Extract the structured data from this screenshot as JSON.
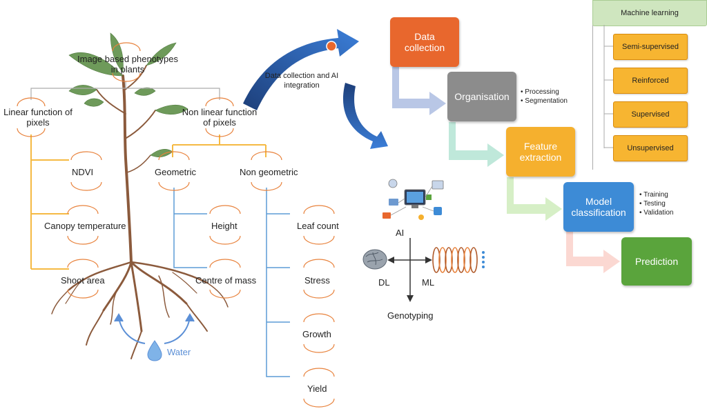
{
  "left_tree": {
    "root": "Image based phenotypes in plants",
    "branches": [
      {
        "label": "Linear function of pixels",
        "leaves": [
          "NDVI",
          "Canopy temperature",
          "Shoot area"
        ]
      },
      {
        "label": "Non linear function of pixels",
        "children": [
          {
            "label": "Geometric",
            "leaves": [
              "Height",
              "Centre of mass"
            ]
          },
          {
            "label": "Non geometric",
            "leaves": [
              "Leaf count",
              "Stress",
              "Growth",
              "Yield"
            ]
          }
        ]
      }
    ],
    "water_label": "Water"
  },
  "integration_label": "Data collection and AI integration",
  "pipeline": [
    {
      "label": "Data collection",
      "bullets": []
    },
    {
      "label": "Organisation",
      "bullets": [
        "Processing",
        "Segmentation"
      ]
    },
    {
      "label": "Feature extraction",
      "bullets": []
    },
    {
      "label": "Model classification",
      "bullets": [
        "Training",
        "Testing",
        "Validation"
      ]
    },
    {
      "label": "Prediction",
      "bullets": []
    }
  ],
  "machine_learning": {
    "title": "Machine learning",
    "types": [
      "Semi-supervised",
      "Reinforced",
      "Supervised",
      "Unsupervised"
    ]
  },
  "ai_cluster": {
    "ai": "AI",
    "dl": "DL",
    "ml": "ML",
    "genotyping": "Genotyping"
  },
  "colors": {
    "orange_line": "#f5b942",
    "blue_line": "#5b9bd5",
    "arc_orange": "#e8823c",
    "data_collection": "#e8672d",
    "organisation": "#8c8c8c",
    "feature_extraction": "#f5b02e",
    "model_classification": "#3d8bd6",
    "prediction": "#5aa43c",
    "ml_header": "#cfe6bf",
    "ml_item": "#f7b531",
    "root_brown": "#8b5a3c",
    "leaf_green": "#6e9a5a",
    "water_blue": "#5b8fd6"
  }
}
